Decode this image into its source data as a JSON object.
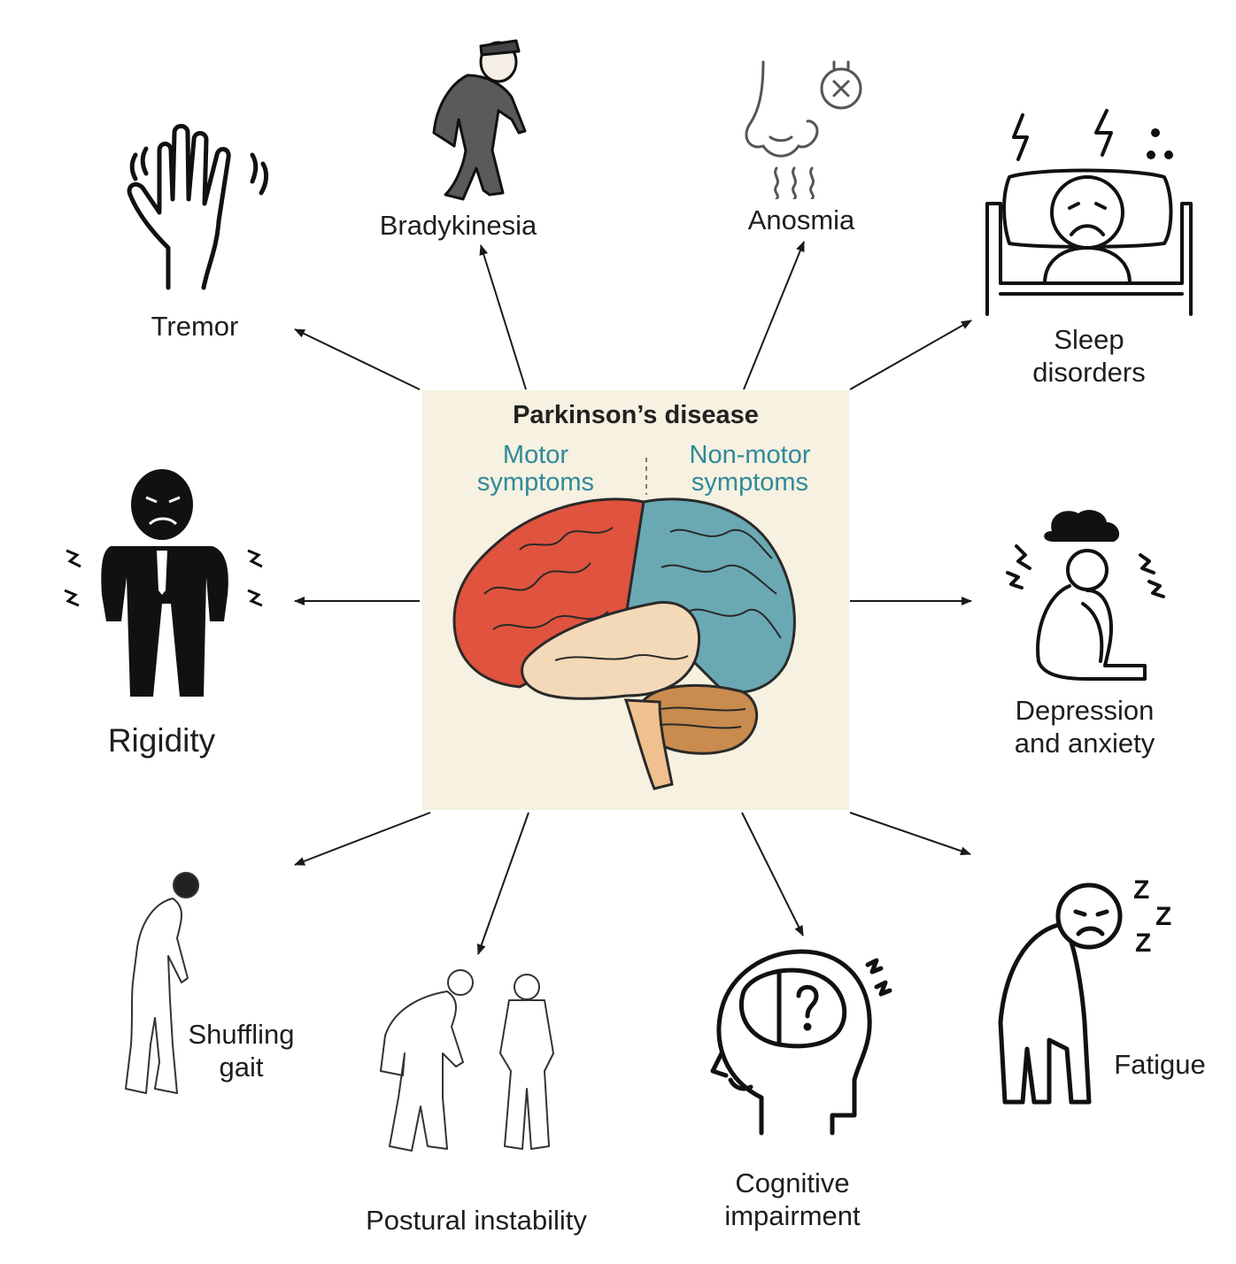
{
  "center": {
    "title": "Parkinson’s disease",
    "motor_label": "Motor\nsymptoms",
    "nonmotor_label": "Non-motor\nsymptoms",
    "motor_color": "#e0533e",
    "nonmotor_color": "#2f8a9a",
    "box_color": "#f6f1e0"
  },
  "motor_symptoms": [
    {
      "label": "Tremor",
      "icon": "tremor-hand-icon"
    },
    {
      "label": "Bradykinesia",
      "icon": "slow-walking-man-icon"
    },
    {
      "label": "Rigidity",
      "icon": "rigid-man-icon"
    },
    {
      "label": "Shuffling\ngait",
      "icon": "shuffling-man-icon"
    },
    {
      "label": "Postural instability",
      "icon": "stooped-elderly-icon"
    }
  ],
  "nonmotor_symptoms": [
    {
      "label": "Anosmia",
      "icon": "nose-no-smell-icon"
    },
    {
      "label": "Sleep\ndisorders",
      "icon": "sleepless-bed-icon"
    },
    {
      "label": "Depression\nand anxiety",
      "icon": "sad-sitting-figure-icon"
    },
    {
      "label": "Fatigue",
      "icon": "tired-figure-icon"
    },
    {
      "label": "Cognitive\nimpairment",
      "icon": "puzzle-brain-head-icon"
    }
  ]
}
